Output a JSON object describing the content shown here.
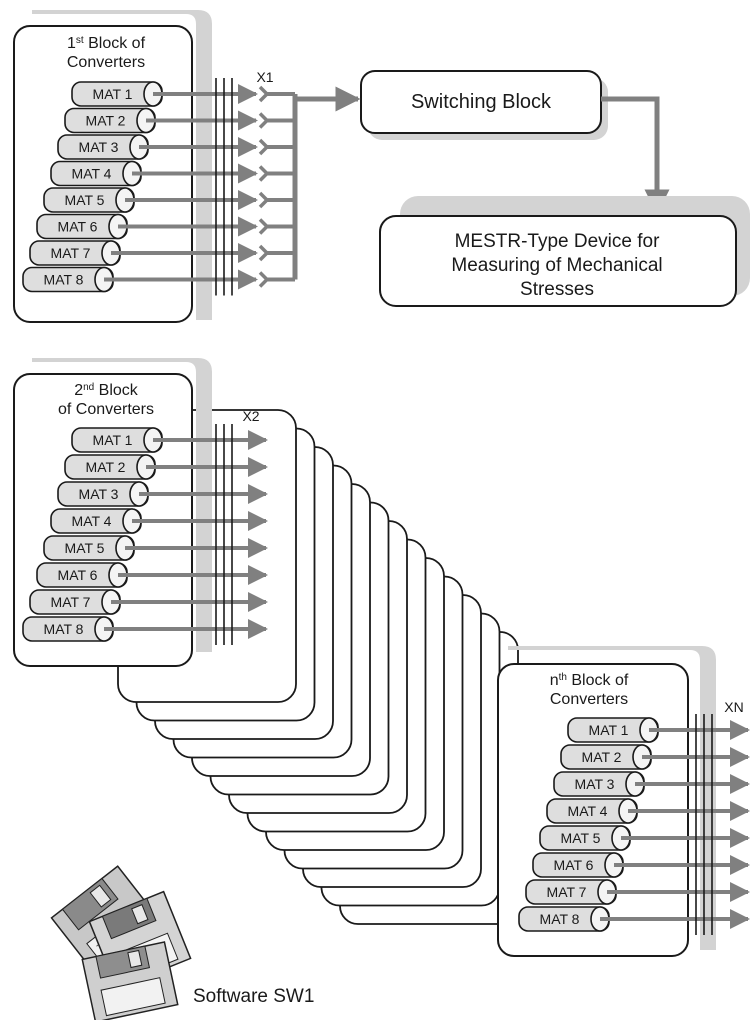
{
  "blocks": [
    {
      "title_lines": [
        "1st Block of",
        "Converters"
      ],
      "connector": "X1",
      "mats": [
        "MAT 1",
        "MAT 2",
        "MAT 3",
        "MAT 4",
        "MAT 5",
        "MAT 6",
        "MAT 7",
        "MAT 8"
      ]
    },
    {
      "title_lines": [
        "2nd Block",
        "of Converters"
      ],
      "connector": "X2",
      "mats": [
        "MAT 1",
        "MAT 2",
        "MAT 3",
        "MAT 4",
        "MAT 5",
        "MAT 6",
        "MAT 7",
        "MAT 8"
      ]
    },
    {
      "title_lines": [
        "nth Block of",
        "Converters"
      ],
      "connector": "XN",
      "mats": [
        "MAT 1",
        "MAT 2",
        "MAT 3",
        "MAT 4",
        "MAT 5",
        "MAT 6",
        "MAT 7",
        "MAT 8"
      ]
    }
  ],
  "switching_block": {
    "label": "Switching Block"
  },
  "device": {
    "lines": [
      "MESTR-Type Device for",
      "Measuring of Mechanical",
      "Stresses"
    ]
  },
  "software": {
    "label": "Software SW1",
    "icon": "floppy-disks-icon"
  },
  "colors": {
    "line": "#808080",
    "shadow": "#d3d3d3",
    "mat_fill": "#dedede",
    "border": "#1a1a1a"
  }
}
